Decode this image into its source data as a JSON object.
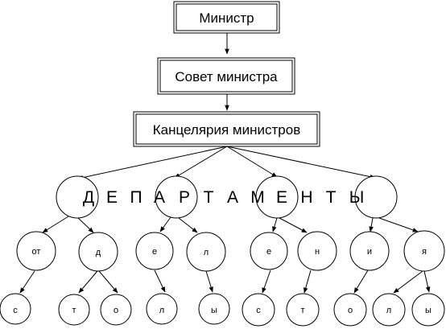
{
  "boxes": {
    "minister": "Министр",
    "council": "Совет министра",
    "chancellery": "Канцелярия министров"
  },
  "banner": {
    "letters": [
      "Д",
      "Е",
      "П",
      "А",
      "Р",
      "Т",
      "А",
      "М",
      "Е",
      "Н",
      "Т",
      "Ы"
    ]
  },
  "subdivisions": [
    "от",
    "д",
    "е",
    "л",
    "е",
    "н",
    "и",
    "я"
  ],
  "leaves": [
    "с",
    "т",
    "о",
    "л",
    "ы",
    "с",
    "т",
    "о",
    "л",
    "ы"
  ]
}
